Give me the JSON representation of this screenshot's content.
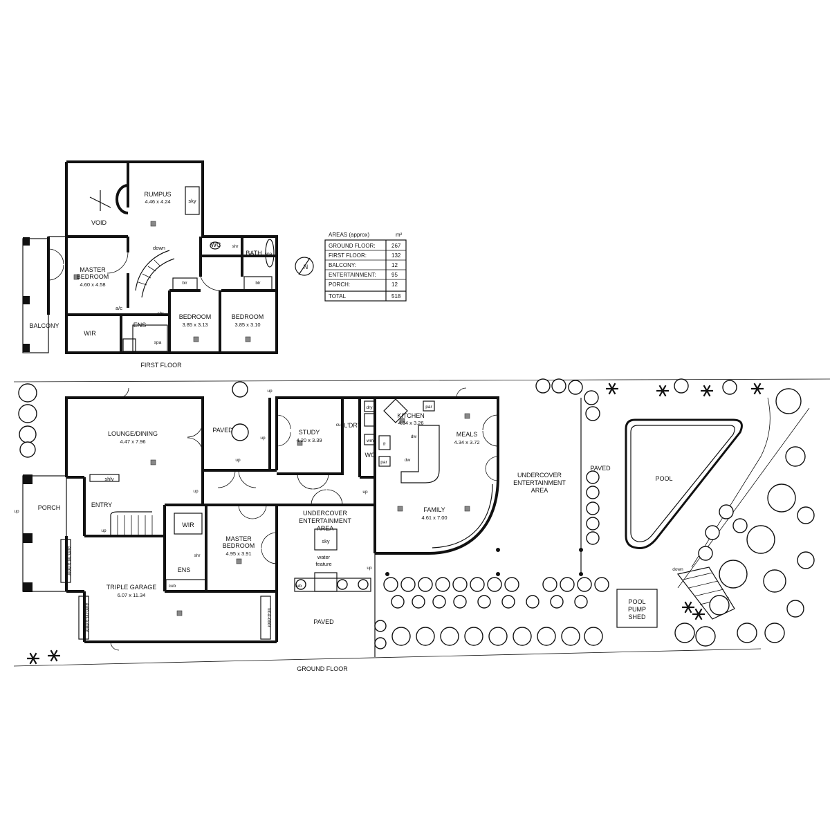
{
  "first_floor": {
    "caption": "FIRST FLOOR",
    "rooms": {
      "rumpus": {
        "name": "RUMPUS",
        "size": "4.46 x 4.24"
      },
      "void": {
        "name": "VOID"
      },
      "master_bedroom": {
        "name_1": "MASTER",
        "name_2": "BEDROOM",
        "size": "4.60 x 4.58"
      },
      "bedroom_1": {
        "name": "BEDROOM",
        "size": "3.85 x 3.13"
      },
      "bedroom_2": {
        "name": "BEDROOM",
        "size": "3.85 x 3.10"
      },
      "balcony": {
        "name": "BALCONY"
      },
      "wir": {
        "name": "WIR"
      },
      "ens": {
        "name": "ENS"
      },
      "wc": {
        "name": "WC"
      },
      "bath": {
        "name": "BATH"
      }
    },
    "fixtures": {
      "sky": "sky",
      "down": "down",
      "shr_1": "shr",
      "shr_2": "shr",
      "spa_1": "spa",
      "spa_2": "spa",
      "blr_1": "blr",
      "blr_2": "blr",
      "ac": "a/c"
    }
  },
  "areas_table": {
    "title": "AREAS (approx)",
    "unit": "m²",
    "rows": [
      {
        "label": "GROUND FLOOR:",
        "value": "267"
      },
      {
        "label": "FIRST FLOOR:",
        "value": "132"
      },
      {
        "label": "BALCONY:",
        "value": "12"
      },
      {
        "label": "ENTERTAINMENT:",
        "value": "95"
      },
      {
        "label": "PORCH:",
        "value": "12"
      }
    ],
    "total": {
      "label": "TOTAL",
      "value": "518"
    }
  },
  "north_arrow": {
    "letter": "N"
  },
  "ground_floor": {
    "caption": "GROUND FLOOR",
    "rooms": {
      "lounge_dining": {
        "name": "LOUNGE/DINING",
        "size": "4.47 x 7.96"
      },
      "paved_court": {
        "name": "PAVED"
      },
      "study": {
        "name": "STUDY",
        "size": "4.20 x 3.39"
      },
      "ldry": {
        "name": "L'DRY"
      },
      "kitchen": {
        "name": "KITCHEN",
        "size": "4.34 x 3.26"
      },
      "meals": {
        "name": "MEALS",
        "size": "4.34 x 3.72"
      },
      "family": {
        "name": "FAMILY",
        "size": "4.61 x 7.00"
      },
      "undercover_east": {
        "line_1": "UNDERCOVER",
        "line_2": "ENTERTAINMENT",
        "line_3": "AREA"
      },
      "undercover_mid": {
        "line_1": "UNDERCOVER",
        "line_2": "ENTERTAINMENT",
        "line_3": "AREA"
      },
      "paved_pool": {
        "name": "PAVED"
      },
      "pool": {
        "name": "POOL"
      },
      "pool_pump_shed": {
        "line_1": "POOL",
        "line_2": "PUMP",
        "line_3": "SHED"
      },
      "porch": {
        "name": "PORCH"
      },
      "entry": {
        "name": "ENTRY"
      },
      "wir": {
        "name": "WIR"
      },
      "master_bedroom": {
        "name_1": "MASTER",
        "name_2": "BEDROOM",
        "size": "4.95 x 3.91"
      },
      "ens": {
        "name": "ENS"
      },
      "triple_garage": {
        "name": "TRIPLE GARAGE",
        "size": "6.07 x 11.34"
      },
      "paved_front": {
        "name": "PAVED"
      },
      "wc": {
        "name": "WC"
      }
    },
    "fixtures": {
      "up_1": "up",
      "up_2": "up",
      "up_3": "up",
      "up_4": "up",
      "up_5": "up",
      "up_6": "up",
      "up_7": "up",
      "up_8": "up",
      "down": "down",
      "shlv": "shlv",
      "shr": "shr",
      "cub_1": "cub",
      "cub_2": "cub",
      "cub_3": "cub",
      "dry": "dry",
      "wm": "wm",
      "par_1": "par",
      "par_2": "par",
      "fr": "fr",
      "dw_1": "dw",
      "dw_2": "dw",
      "sky": "sky",
      "water_1": "water",
      "water_2": "feature",
      "auto_door_1": "auto-tilt-a-door",
      "auto_door_2": "auto-tilt-a-door",
      "tilt_door": "tilt-a-door"
    }
  }
}
